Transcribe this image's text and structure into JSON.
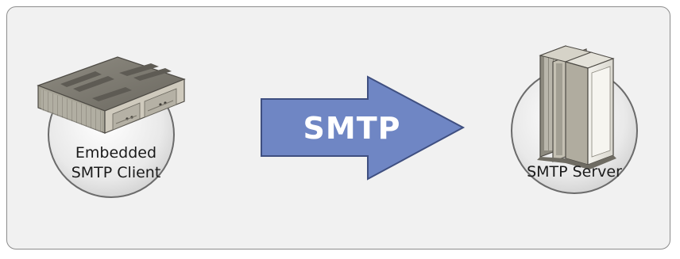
{
  "client": {
    "label_line1": "Embedded",
    "label_line2": "SMTP Client"
  },
  "arrow": {
    "label": "SMTP",
    "fill_color": "#6f86c4"
  },
  "server": {
    "label": "SMTP Server"
  },
  "icons": {
    "client": "hardware-appliance-icon",
    "server": "server-tower-icon"
  }
}
